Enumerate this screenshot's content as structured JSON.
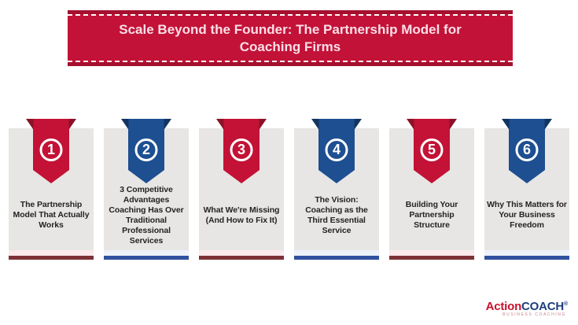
{
  "banner": {
    "title": "Scale Beyond the Founder: The Partnership Model for Coaching Firms"
  },
  "cards": [
    {
      "number": "1",
      "theme": "red",
      "label": "The Partnership Model That Actually Works"
    },
    {
      "number": "2",
      "theme": "blue",
      "label": "3 Competitive Advantages Coaching Has Over Traditional Professional Services"
    },
    {
      "number": "3",
      "theme": "red",
      "label": "What We're Missing (And How to Fix It)"
    },
    {
      "number": "4",
      "theme": "blue",
      "label": "The Vision: Coaching as the Third Essential Service"
    },
    {
      "number": "5",
      "theme": "red",
      "label": "Building Your Partnership Structure"
    },
    {
      "number": "6",
      "theme": "blue",
      "label": "Why This Matters for Your Business Freedom"
    }
  ],
  "logo": {
    "brand_action": "Action",
    "brand_coach": "COACH",
    "registered_mark": "®",
    "tagline": "BUSINESS COACHING"
  },
  "colors": {
    "banner_fill": "#c31238",
    "banner_edge": "#a50f2e",
    "banner_text": "#fbdfe7",
    "ribbon_red": "#c31236",
    "ribbon_red_dark": "#8c1228",
    "bar_red": "#7d3136",
    "ribbon_blue": "#1d4f91",
    "ribbon_blue_dark": "#123561",
    "bar_blue": "#2f519f",
    "card_gray": "#e7e6e4",
    "card_text": "#262223",
    "logo_red": "#c8102e",
    "logo_navy": "#1e3f7d"
  }
}
